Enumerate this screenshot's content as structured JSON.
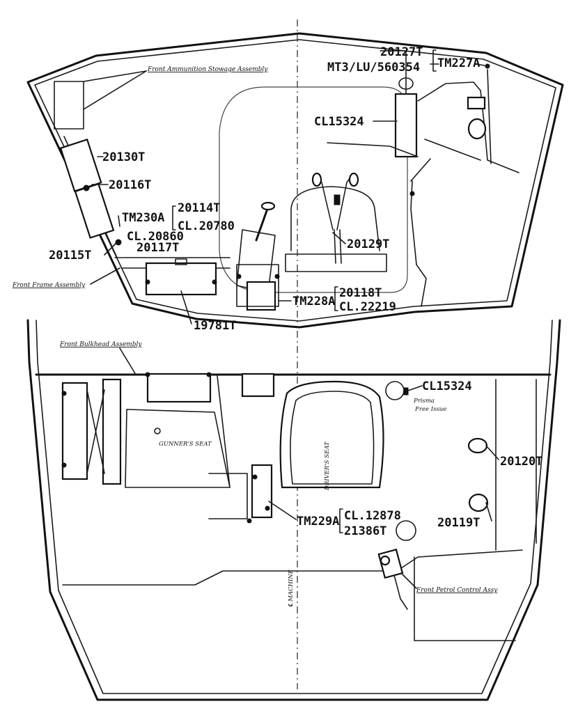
{
  "assemblies": {
    "front_ammunition_stowage": "Front Ammunition Stowage Assembly",
    "front_frame": "Front Frame Assembly",
    "front_bulkhead": "Front Bulkhead Assembly",
    "front_petrol_control": "Front Petrol Control Assy"
  },
  "seats": {
    "gunners_seat": "GUNNER'S SEAT",
    "drivers_seat": "DRIVER'S SEAT"
  },
  "notes": {
    "centre_line": "℄ MACHINE",
    "gr_view_line1": "Prisma",
    "gr_view_line2": "Free Issue"
  },
  "part_numbers": {
    "p20127T": "20127T",
    "mt3": "MT3/LU/560354",
    "tm227a": "TM227A",
    "cl15324_top": "CL15324",
    "p20130T": "20130T",
    "p20116T": "20116T",
    "tm230a": "TM230A",
    "p20114T": "20114T",
    "cl20780": "CL.20780",
    "cl20860": "CL.20860",
    "p20117T": "20117T",
    "p20115T": "20115T",
    "p20129T": "20129T",
    "tm228a": "TM228A",
    "p20118T": "20118T",
    "cl22219": "CL.22219",
    "p19781T": "19781T",
    "cl15324_bottom": "CL15324",
    "p20120T": "20120T",
    "tm229a": "TM229A",
    "cl12878": "CL.12878",
    "p21386T": "21386T",
    "p20119T": "20119T"
  }
}
